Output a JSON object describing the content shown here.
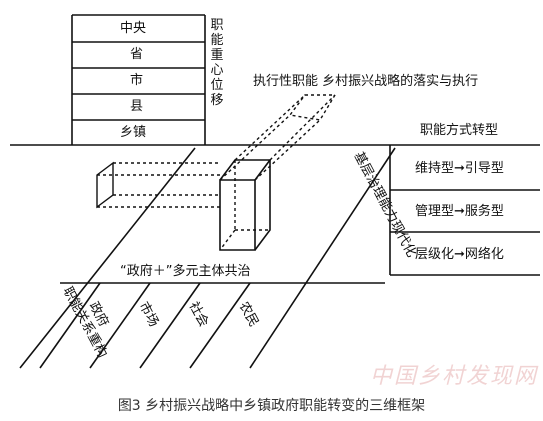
{
  "levels": [
    "中央",
    "省",
    "市",
    "县",
    "乡镇"
  ],
  "vertical_axis_label": "职能重心位移",
  "execution_label": "执行性职能  乡村振兴战略的落实与执行",
  "mode_header": "职能方式转型",
  "mode_items": [
    "维持型➞引导型",
    "管理型➞服务型",
    "层级化➞网络化"
  ],
  "diag_label": "基层治理能力现代化",
  "governance_label": "“政府＋”多元主体共治",
  "relation_label": "职能关系重构",
  "actors": [
    "政府",
    "市场",
    "社会",
    "农民"
  ],
  "caption": "图3  乡村振兴战略中乡镇政府职能转变的三维框架",
  "watermark": "中国乡村发现网",
  "colors": {
    "line": "#111111",
    "caption": "#333333",
    "watermark": "#c85050"
  }
}
